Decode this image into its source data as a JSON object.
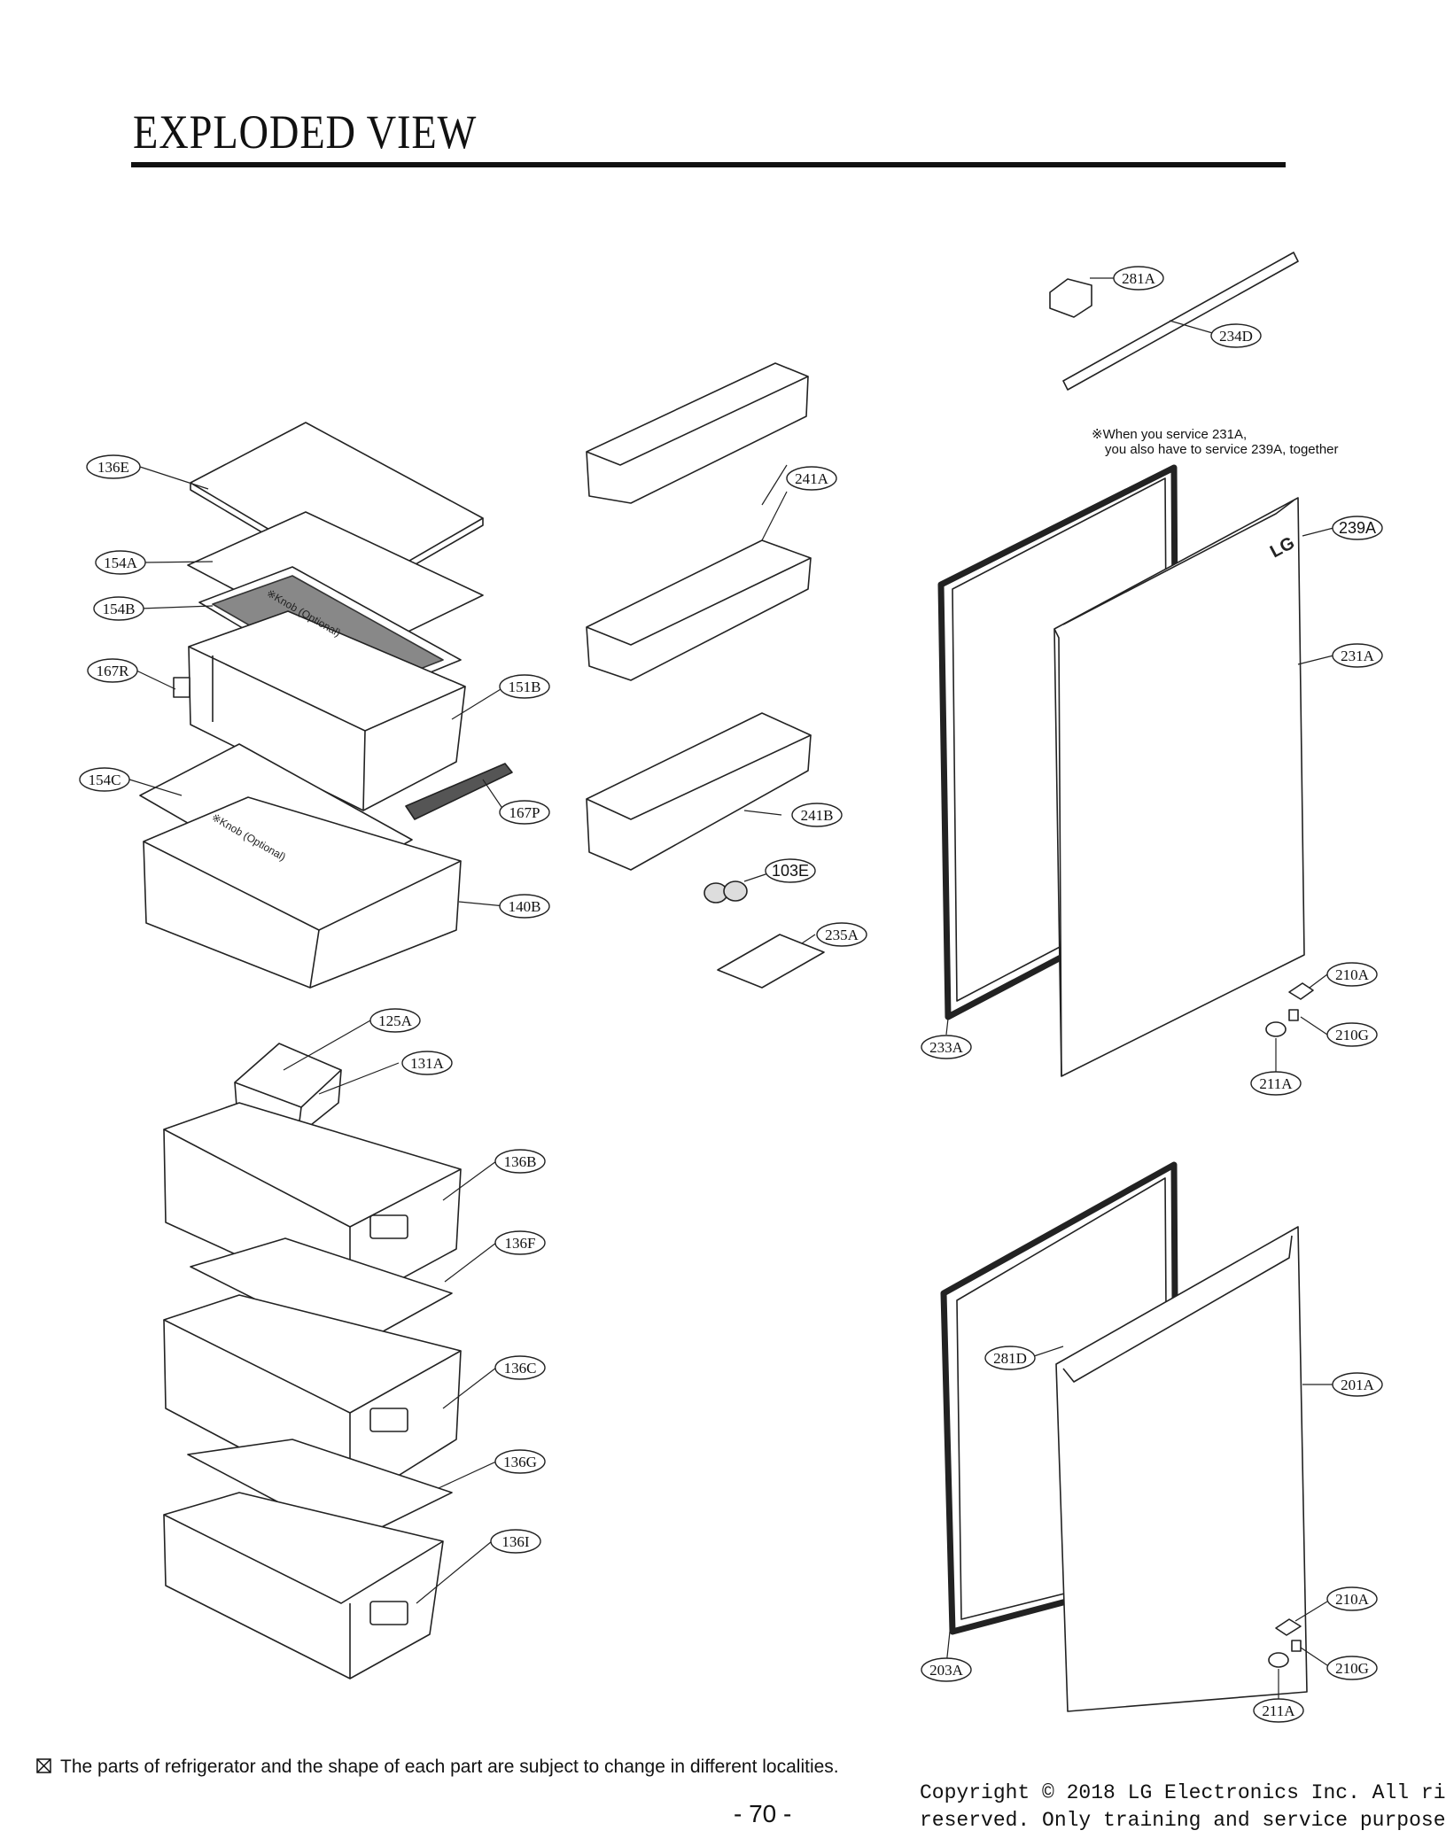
{
  "header": {
    "title": "EXPLODED VIEW"
  },
  "service_note": {
    "line1": "※When you service 231A,",
    "line2": "you also have to service 239A,  together"
  },
  "knob_labels": [
    "※Knob (Optional)",
    "※Knob (Optional)"
  ],
  "brand_logo": "LG",
  "callouts": {
    "c136E": "136E",
    "c154A": "154A",
    "c154B": "154B",
    "c167R": "167R",
    "c151B": "151B",
    "c154C": "154C",
    "c167P": "167P",
    "c140B": "140B",
    "c125A": "125A",
    "c131A": "131A",
    "c136B": "136B",
    "c136F": "136F",
    "c136C": "136C",
    "c136G": "136G",
    "c136I": "136I",
    "c241A": "241A",
    "c241B": "241B",
    "c103E": "103E",
    "c235A": "235A",
    "c281A": "281A",
    "c234D": "234D",
    "c239A": "239A",
    "c231A": "231A",
    "c210A_top": "210A",
    "c210G_top": "210G",
    "c211A_top": "211A",
    "c233A": "233A",
    "c281D": "281D",
    "c201A": "201A",
    "c210A_bot": "210A",
    "c210G_bot": "210G",
    "c211A_bot": "211A",
    "c203A": "203A"
  },
  "footer": {
    "note": "The parts of refrigerator and the shape of each part are subject to change in different localities.",
    "page_number": "- 70 -",
    "copyright_line1": "Copyright © 2018 LG Electronics Inc. All ri",
    "copyright_line2": "reserved. Only training and service purpose"
  }
}
